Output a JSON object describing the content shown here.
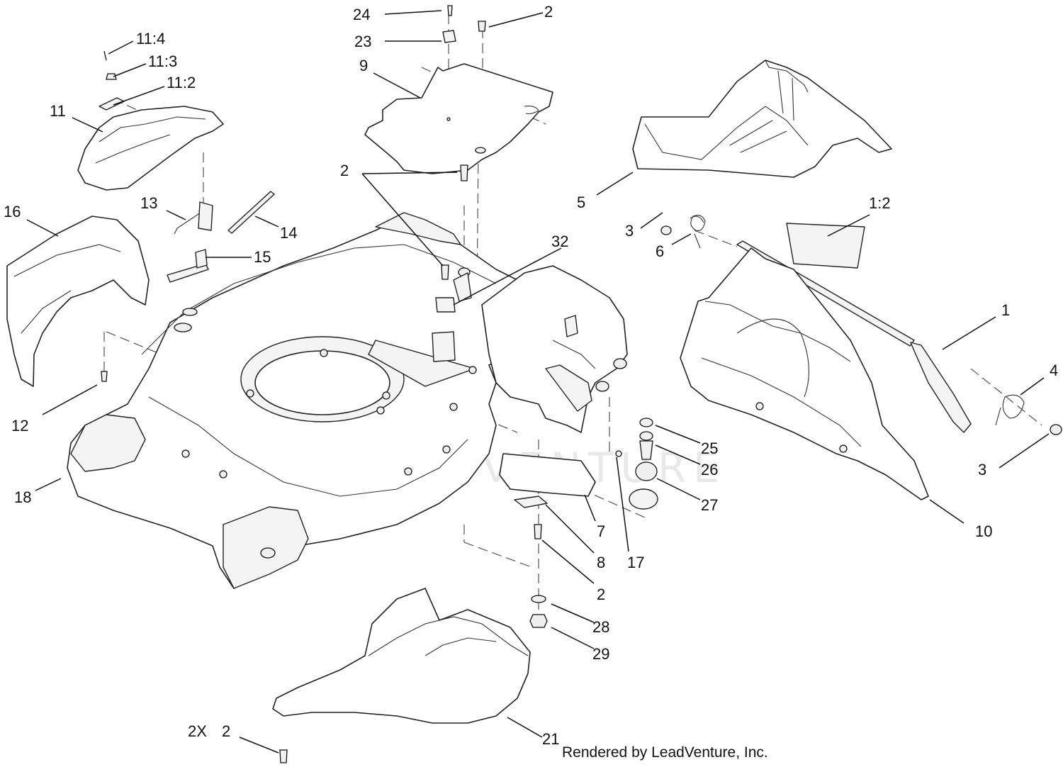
{
  "watermark": "LEADVENTURE",
  "credit": "Rendered by LeadVenture, Inc.",
  "callouts": [
    {
      "id": "c-24",
      "text": "24"
    },
    {
      "id": "c-2-top",
      "text": "2"
    },
    {
      "id": "c-23",
      "text": "23"
    },
    {
      "id": "c-9",
      "text": "9"
    },
    {
      "id": "c-11-4",
      "text": "11:4"
    },
    {
      "id": "c-11-3",
      "text": "11:3"
    },
    {
      "id": "c-11-2",
      "text": "11:2"
    },
    {
      "id": "c-11",
      "text": "11"
    },
    {
      "id": "c-2-mid",
      "text": "2"
    },
    {
      "id": "c-5",
      "text": "5"
    },
    {
      "id": "c-16",
      "text": "16"
    },
    {
      "id": "c-13",
      "text": "13"
    },
    {
      "id": "c-14",
      "text": "14"
    },
    {
      "id": "c-15",
      "text": "15"
    },
    {
      "id": "c-32",
      "text": "32"
    },
    {
      "id": "c-3-top",
      "text": "3"
    },
    {
      "id": "c-6",
      "text": "6"
    },
    {
      "id": "c-1-2",
      "text": "1:2"
    },
    {
      "id": "c-1",
      "text": "1"
    },
    {
      "id": "c-4",
      "text": "4"
    },
    {
      "id": "c-12",
      "text": "12"
    },
    {
      "id": "c-25",
      "text": "25"
    },
    {
      "id": "c-26",
      "text": "26"
    },
    {
      "id": "c-3-right",
      "text": "3"
    },
    {
      "id": "c-18",
      "text": "18"
    },
    {
      "id": "c-27",
      "text": "27"
    },
    {
      "id": "c-10",
      "text": "10"
    },
    {
      "id": "c-7",
      "text": "7"
    },
    {
      "id": "c-8",
      "text": "8"
    },
    {
      "id": "c-17",
      "text": "17"
    },
    {
      "id": "c-2-low",
      "text": "2"
    },
    {
      "id": "c-28",
      "text": "28"
    },
    {
      "id": "c-29",
      "text": "29"
    },
    {
      "id": "c-2x",
      "text": "2X"
    },
    {
      "id": "c-2-bottom",
      "text": "2"
    },
    {
      "id": "c-21",
      "text": "21"
    }
  ]
}
